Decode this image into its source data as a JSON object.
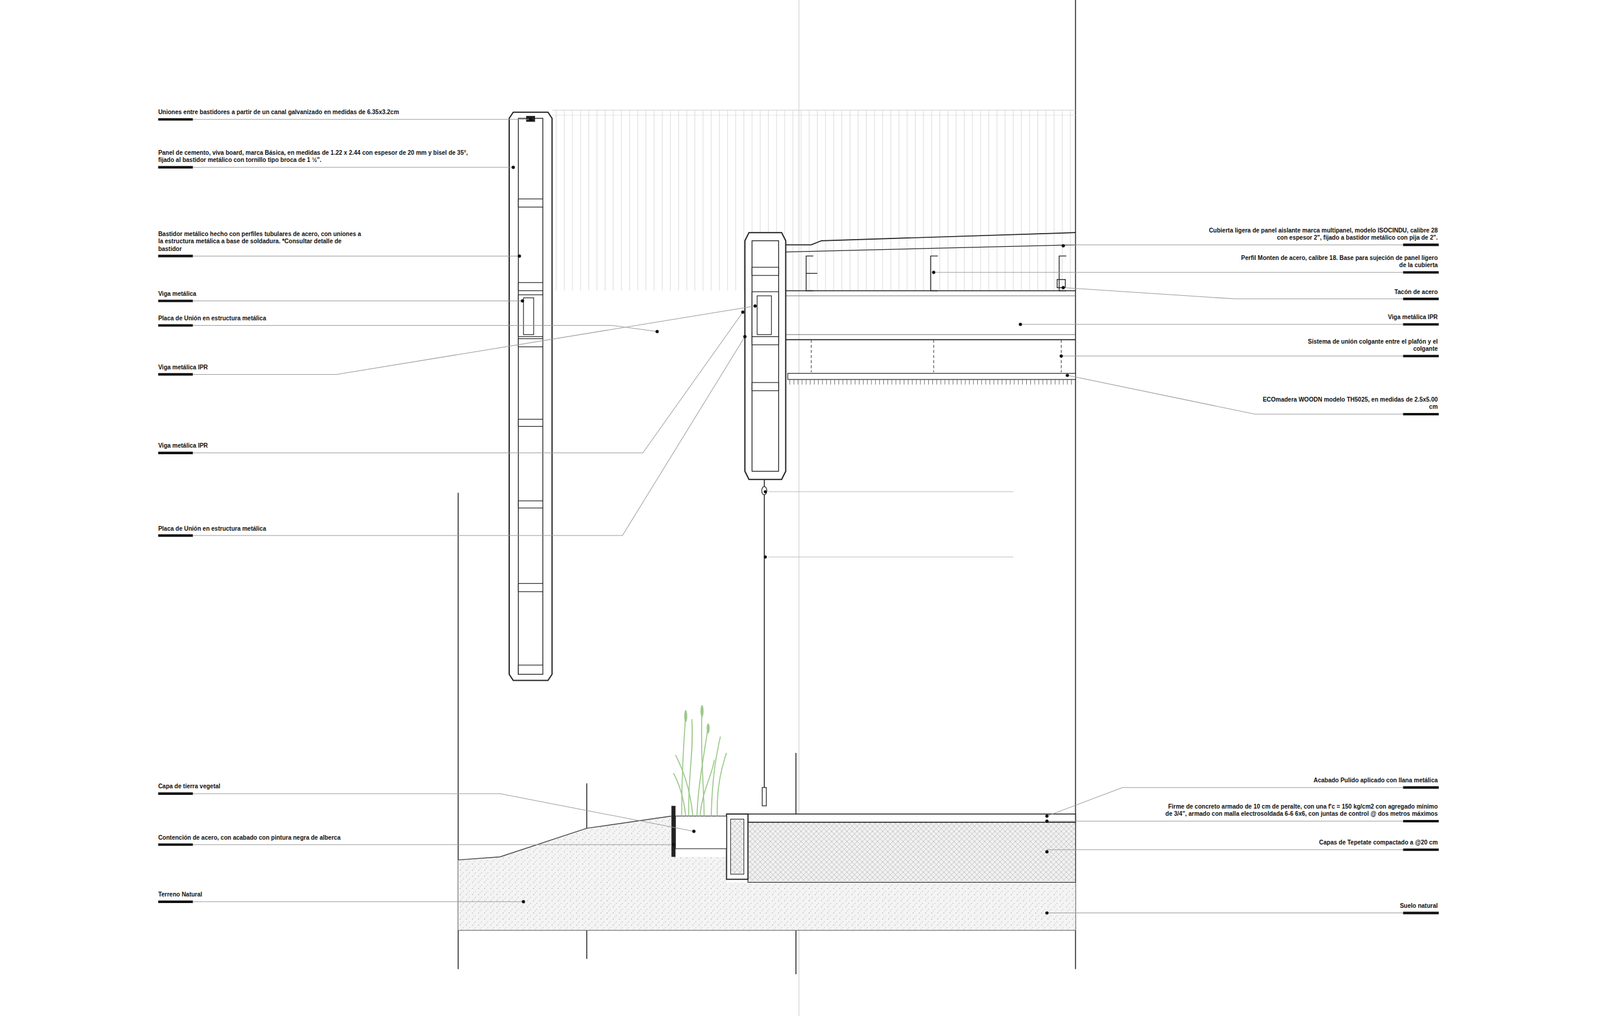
{
  "diagram": {
    "labels": [
      "Uniones entre bastidores a partir de un canal galvanizado en medidas de 6.35x3.2cm",
      "Panel de cemento, viva board, marca Básica, en medidas de 1.22 x 2.44 con espesor de 20 mm y bisel de 35°, fijado al bastidor metálico con tornillo tipo broca de 1 ½\".",
      "Bastidor metálico hecho con perfiles tubulares de acero, con uniones a la estructura metálica a base de soldadura. *Consultar detalle de bastidor",
      "Viga metálica",
      "Placa de Unión en estructura metálica",
      "Viga metálica IPR",
      "Viga metálica IPR",
      "Placa de Unión en estructura metálica",
      "Capa de tierra vegetal",
      "Contención de acero, con acabado con pintura negra de alberca",
      "Terreno Natural",
      "Cubierta ligera de panel aislante marca multipanel, modelo ISOCINDU, calibre 28 con espesor 2\", fijado a bastidor metálico con pija de 2\".",
      "Perfil Monten de acero, calibre 18. Base para sujeción de panel ligero de la cubierta",
      "Tacón de acero",
      "Viga metálica IPR",
      "Sistema de unión colgante entre el plafón y el colgante",
      "ECOmadera WOODN modelo TH5025, en medidas de 2.5x5.00 cm",
      "Acabado Pulido aplicado con llana metálica",
      "Firme de concreto armado de 10 cm de peralte, con una f'c = 150 kg/cm2 con agregado mínimo de 3/4\", armado con malla electrosoldada 6-6 6x6, con juntas de control @ dos metros máximos",
      "Capas de Tepetate compactado a @20 cm",
      "Suelo natural"
    ]
  }
}
